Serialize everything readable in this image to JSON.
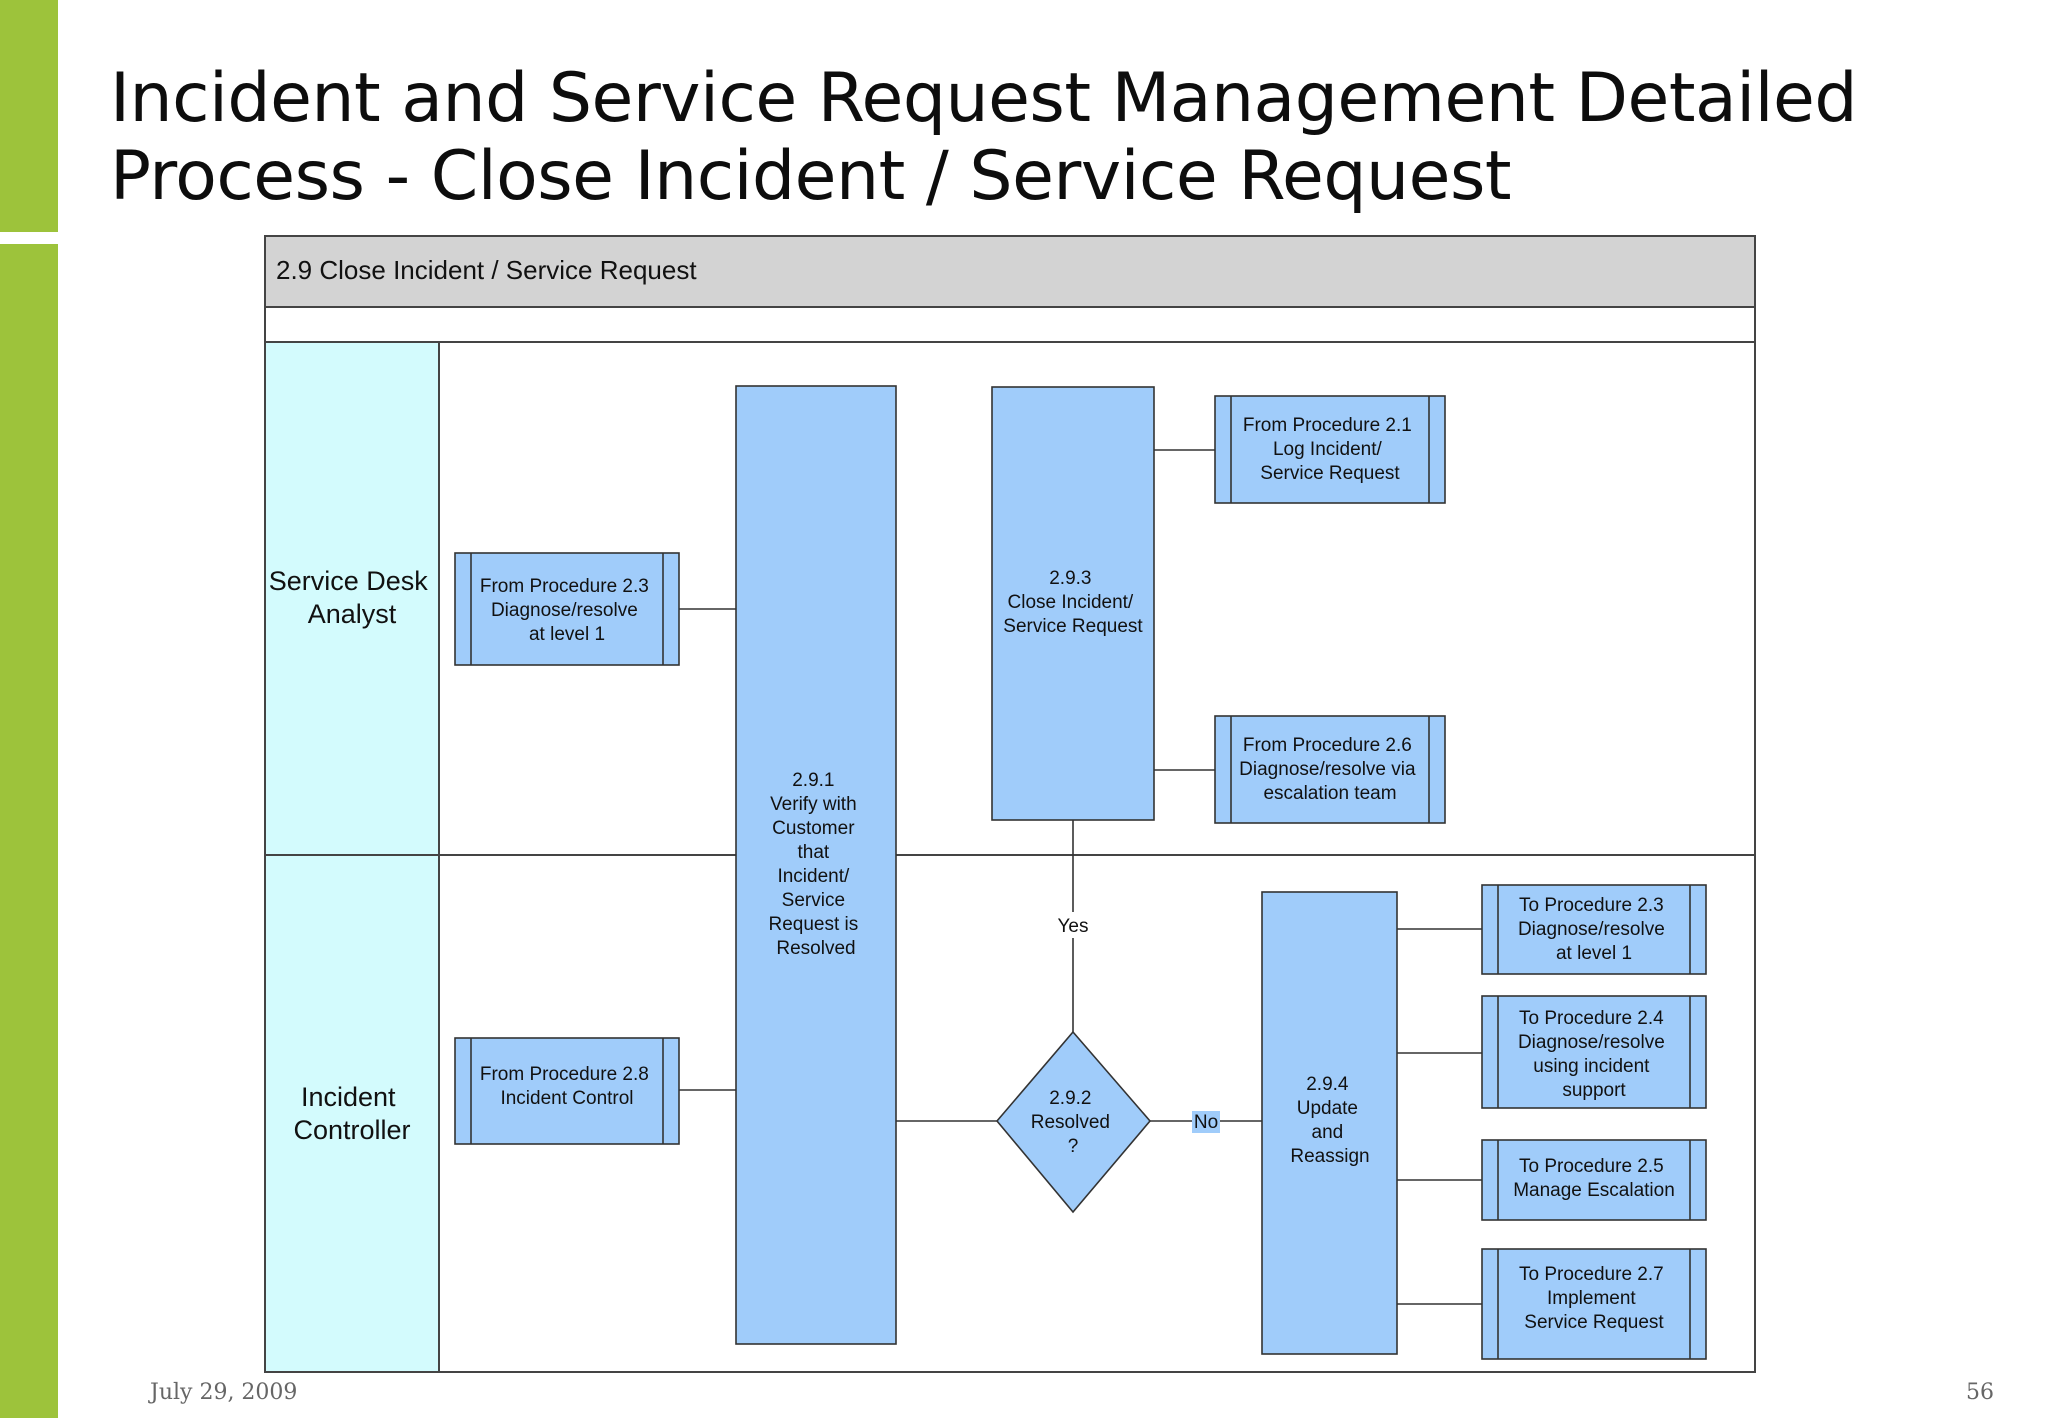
{
  "slide": {
    "title_line1": "Incident and Service Request Management Detailed",
    "title_line2": "Process - Close Incident / Service Request",
    "date": "July 29, 2009",
    "page_number": "56"
  },
  "diagram": {
    "header": "2.9 Close Incident / Service Request",
    "lanes": [
      {
        "lines": [
          "Service Desk",
          "Analyst"
        ]
      },
      {
        "lines": [
          "Incident",
          "Controller"
        ]
      }
    ],
    "nodes": {
      "from_2_3": [
        "From Procedure 2.3",
        "Diagnose/resolve",
        "at level 1"
      ],
      "from_2_8": [
        "From Procedure 2.8",
        "Incident Control"
      ],
      "task_2_9_1": [
        "2.9.1",
        "Verify with",
        "Customer",
        "that",
        "Incident/",
        "Service",
        "Request is",
        "Resolved"
      ],
      "task_2_9_3": [
        "2.9.3",
        "Close Incident/",
        "Service Request"
      ],
      "from_2_1": [
        "From Procedure 2.1",
        "Log Incident/",
        "Service Request"
      ],
      "from_2_6": [
        "From Procedure 2.6",
        "Diagnose/resolve via",
        "escalation team"
      ],
      "decision_2_9_2": [
        "2.9.2",
        "Resolved",
        "?"
      ],
      "task_2_9_4": [
        "2.9.4",
        "Update",
        "and",
        "Reassign"
      ],
      "to_2_3": [
        "To Procedure 2.3",
        "Diagnose/resolve",
        "at level 1"
      ],
      "to_2_4": [
        "To Procedure 2.4",
        "Diagnose/resolve",
        "using incident",
        "support"
      ],
      "to_2_5": [
        "To Procedure 2.5",
        "Manage Escalation"
      ],
      "to_2_7": [
        "To Procedure 2.7",
        "Implement",
        "Service Request"
      ]
    },
    "labels": {
      "yes": "Yes",
      "no": "No"
    },
    "colors": {
      "lane_fill": "#d3fbfd",
      "process_fill": "#a0ccfa",
      "header_fill": "#d3d3d3",
      "no_highlight": "#a0ccfa",
      "accent_bar": "#9dc33b"
    }
  }
}
